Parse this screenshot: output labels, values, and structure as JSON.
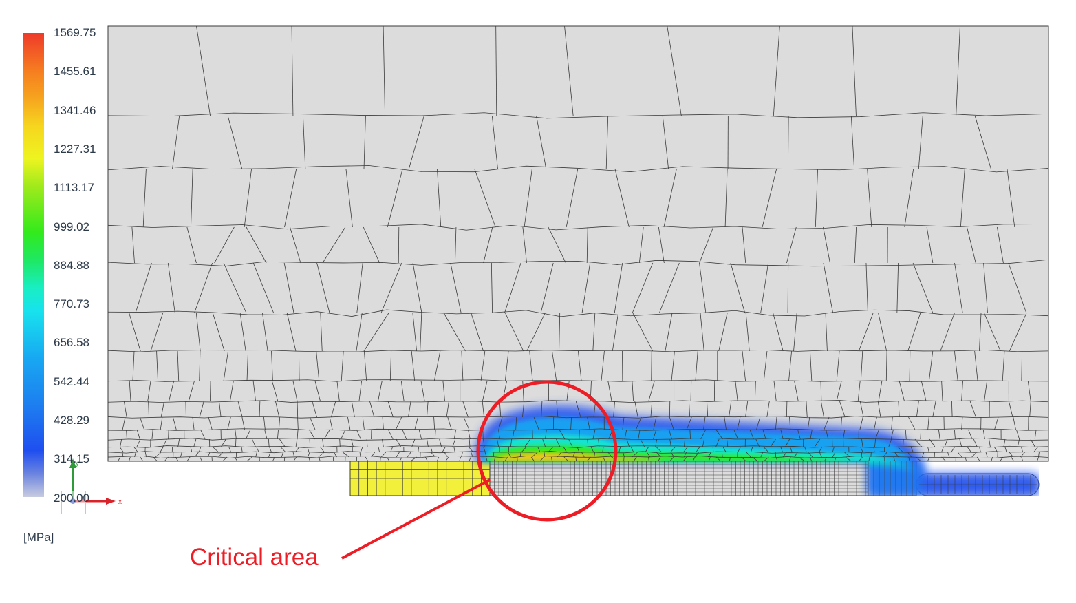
{
  "legend": {
    "ticks": [
      "1569.75",
      "1455.61",
      "1341.46",
      "1227.31",
      "1113.17",
      "999.02",
      "884.88",
      "770.73",
      "656.58",
      "542.44",
      "428.29",
      "314.15",
      "200.00"
    ],
    "unit": "[MPa]",
    "min": 200.0,
    "max": 1569.75
  },
  "axes_triad": {
    "x_label": "x",
    "y_label": "y"
  },
  "annotation": {
    "text": "Critical area",
    "color": "#ee1c24"
  },
  "colors": {
    "mesh_background": "#dcdcdc",
    "mesh_line": "#3a3a3a",
    "loaded_block": "#f2f03a",
    "stress_low": "#1f4ef0",
    "stress_high": "#f6c41e"
  }
}
